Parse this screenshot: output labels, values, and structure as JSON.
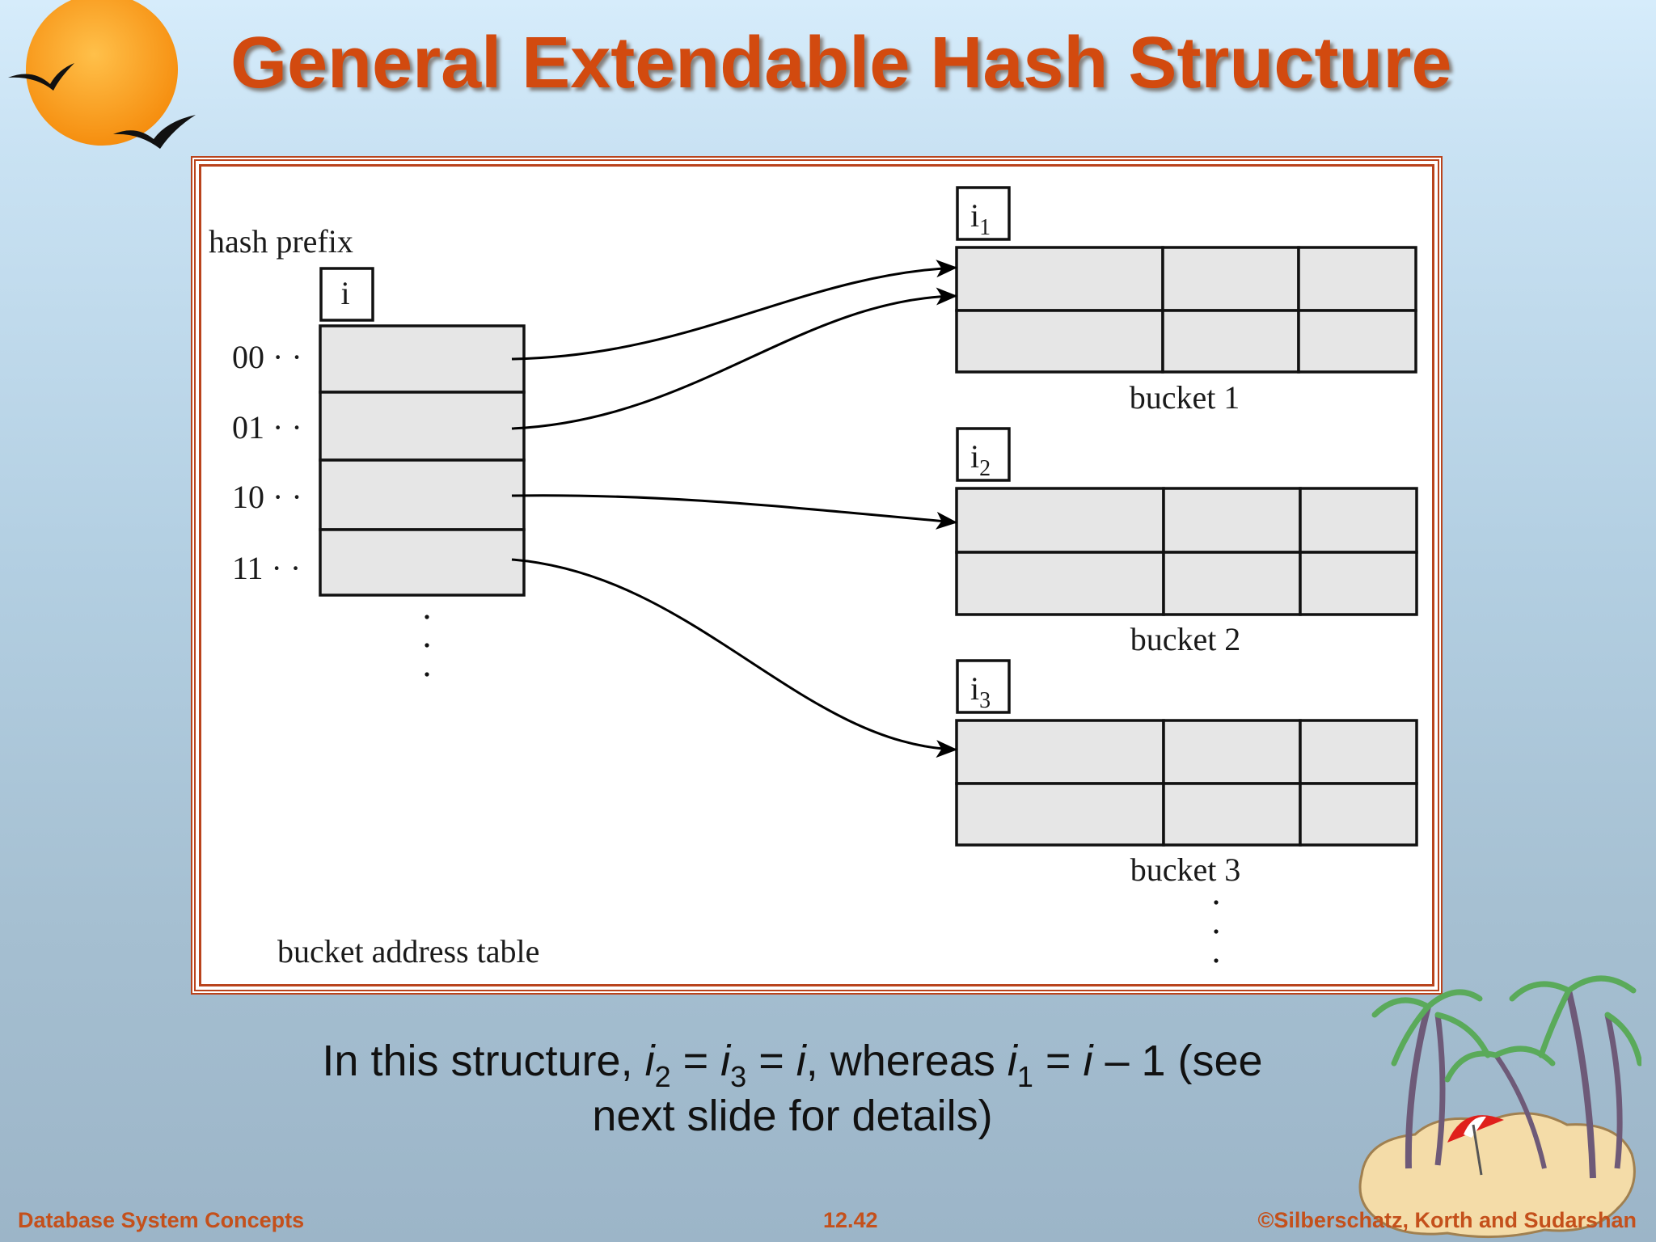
{
  "slide": {
    "title": "General Extendable Hash Structure"
  },
  "diagram": {
    "hash_prefix_label": "hash prefix",
    "table_depth_label": "i",
    "prefixes": [
      "00 · ·",
      "01 · ·",
      "10 · ·",
      "11 · ·"
    ],
    "table_label": "bucket address table",
    "buckets": [
      {
        "depth_base": "i",
        "depth_sub": "1",
        "label": "bucket 1"
      },
      {
        "depth_base": "i",
        "depth_sub": "2",
        "label": "bucket 2"
      },
      {
        "depth_base": "i",
        "depth_sub": "3",
        "label": "bucket 3"
      }
    ],
    "continuation_dots": "·"
  },
  "caption": {
    "line1_a": "In this structure, ",
    "i2_base": "i",
    "i2_sub": "2",
    "eq1": " = ",
    "i3_base": "i",
    "i3_sub": "3",
    "eq2": " = ",
    "i_plain": "i",
    "whereas": ", whereas ",
    "i1_base": "i",
    "i1_sub": "1",
    "eq3": " = ",
    "i_minus": "i",
    "rest": " – 1 (see",
    "line2": "next slide for details)"
  },
  "footer": {
    "left": "Database System Concepts",
    "center": "12.42",
    "right": "©Silberschatz, Korth and Sudarshan"
  },
  "colors": {
    "title": "#d24a0f",
    "frame": "#b9431c",
    "footer": "#c4501b",
    "cell_fill": "#e6e6e6"
  }
}
